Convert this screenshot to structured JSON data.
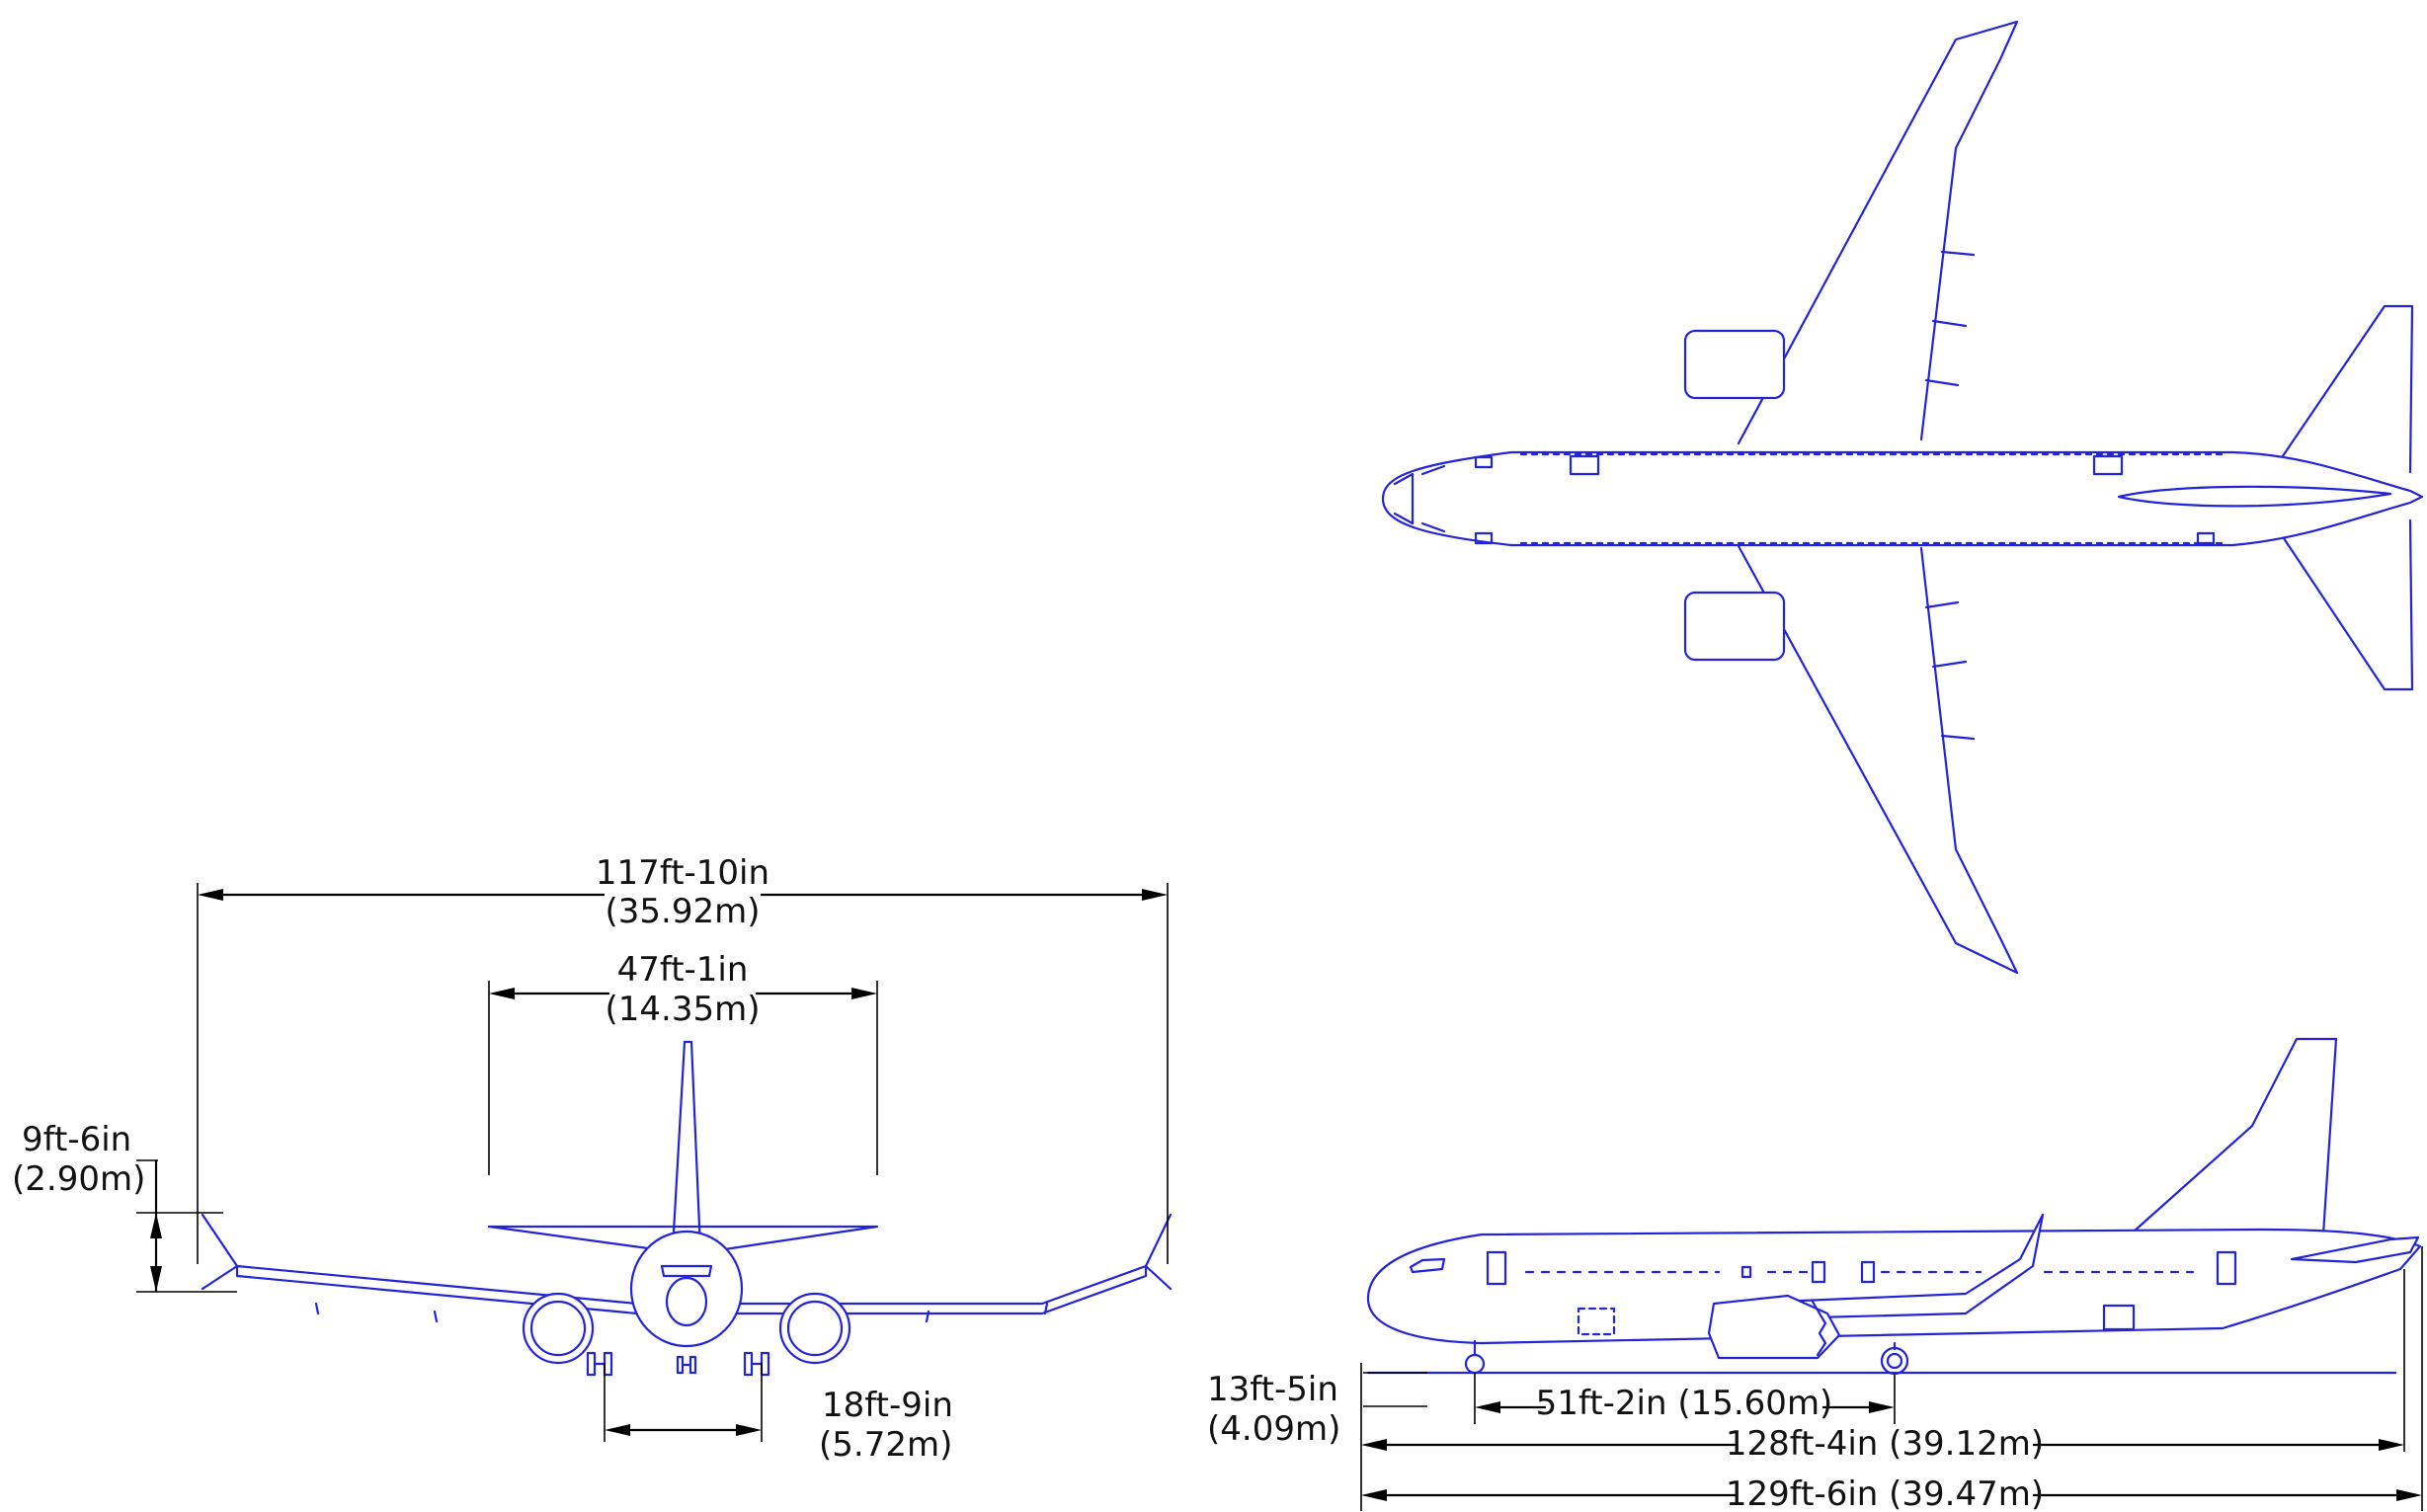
{
  "front_view": {
    "span": {
      "imperial": "117ft-10in",
      "metric": "(35.92m)"
    },
    "tailplane_span": {
      "imperial": "47ft-1in",
      "metric": "(14.35m)"
    },
    "winglet_height": {
      "imperial": "9ft-6in",
      "metric": "(2.90m)"
    },
    "wheel_track": {
      "imperial": "18ft-9in",
      "metric": "(5.72m)"
    }
  },
  "side_view": {
    "height": {
      "imperial": "13ft-5in",
      "metric": "(4.09m)"
    },
    "wheelbase": {
      "label": "51ft-2in (15.60m)"
    },
    "fuselage_length": {
      "label": "128ft-4in (39.12m)"
    },
    "overall_length": {
      "label": "129ft-6in (39.47m)"
    }
  },
  "colors": {
    "aircraft_line": "#2323d8",
    "dimension_line": "#000000"
  }
}
